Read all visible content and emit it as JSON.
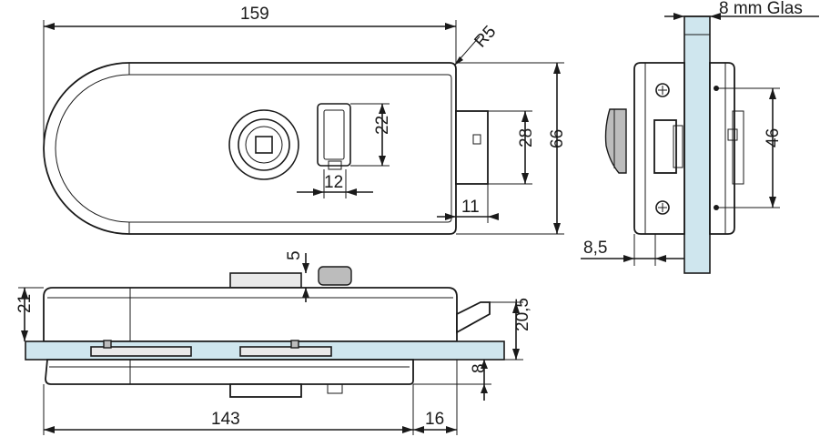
{
  "dimensions": {
    "overall_length": "159",
    "corner_radius": "R5",
    "body_height": "66",
    "latch_height": "28",
    "slot_height": "22",
    "slot_width": "12",
    "latch_offset": "11",
    "side_thickness": "21",
    "latch_projection": "5",
    "side_glass_offset": "20,5",
    "plate_thickness": "8",
    "base_length": "143",
    "tail_length": "16",
    "glass_label": "8 mm Glas",
    "screw_spacing": "46",
    "glass_offset": "8,5"
  }
}
